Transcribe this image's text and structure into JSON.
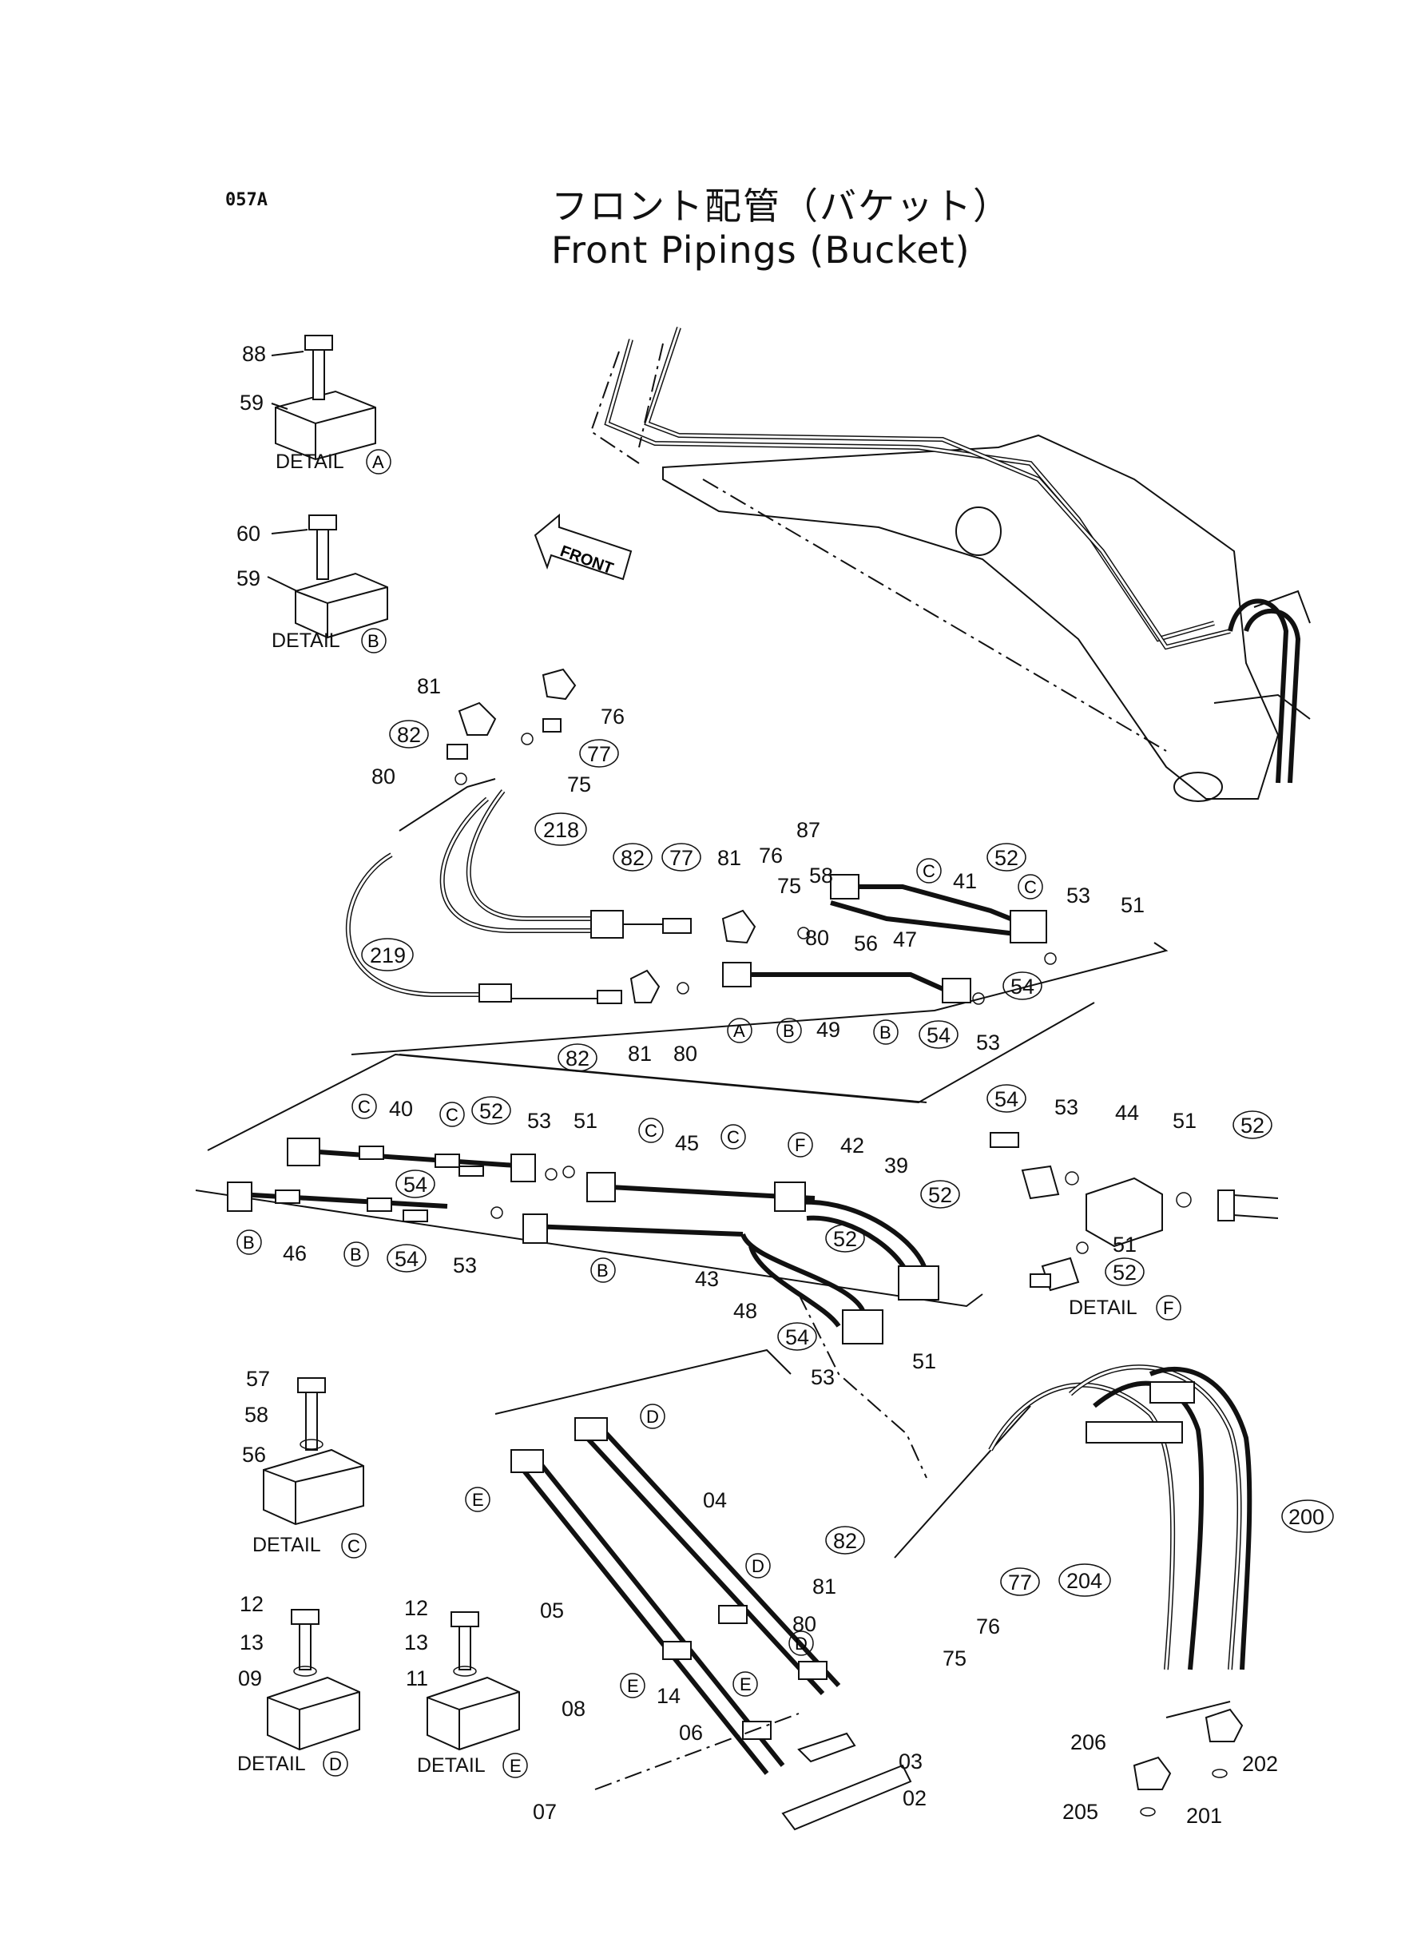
{
  "header": {
    "page_code": "057A",
    "title_jp": "フロント配管（バケット）",
    "title_en": "Front Pipings (Bucket)"
  },
  "direction_arrow": "FRONT",
  "details": [
    {
      "id": "A",
      "caption": "DETAIL",
      "letter": "A"
    },
    {
      "id": "B",
      "caption": "DETAIL",
      "letter": "B"
    },
    {
      "id": "C",
      "caption": "DETAIL",
      "letter": "C"
    },
    {
      "id": "D",
      "caption": "DETAIL",
      "letter": "D"
    },
    {
      "id": "E",
      "caption": "DETAIL",
      "letter": "E"
    },
    {
      "id": "F",
      "caption": "DETAIL",
      "letter": "F"
    }
  ],
  "labels": [
    "88",
    "59",
    "60",
    "59",
    "81",
    "76",
    "82",
    "77",
    "80",
    "75",
    "218",
    "219",
    "87",
    "58",
    "82",
    "77",
    "81",
    "76",
    "75",
    "80",
    "41",
    "52",
    "53",
    "51",
    "56",
    "47",
    "54",
    "49",
    "53",
    "54",
    "82",
    "81",
    "80",
    "40",
    "52",
    "53",
    "51",
    "54",
    "46",
    "54",
    "53",
    "45",
    "42",
    "39",
    "52",
    "52",
    "43",
    "48",
    "54",
    "53",
    "51",
    "54",
    "53",
    "44",
    "51",
    "52",
    "51",
    "52",
    "57",
    "58",
    "56",
    "04",
    "05",
    "82",
    "81",
    "80",
    "76",
    "77",
    "75",
    "14",
    "06",
    "08",
    "07",
    "03",
    "02",
    "12",
    "13",
    "09",
    "12",
    "13",
    "11",
    "200",
    "204",
    "206",
    "202",
    "205",
    "201"
  ],
  "circled_refs": [
    "A",
    "B",
    "C",
    "D",
    "E",
    "F"
  ],
  "icons": [
    "front-arrow-icon"
  ]
}
